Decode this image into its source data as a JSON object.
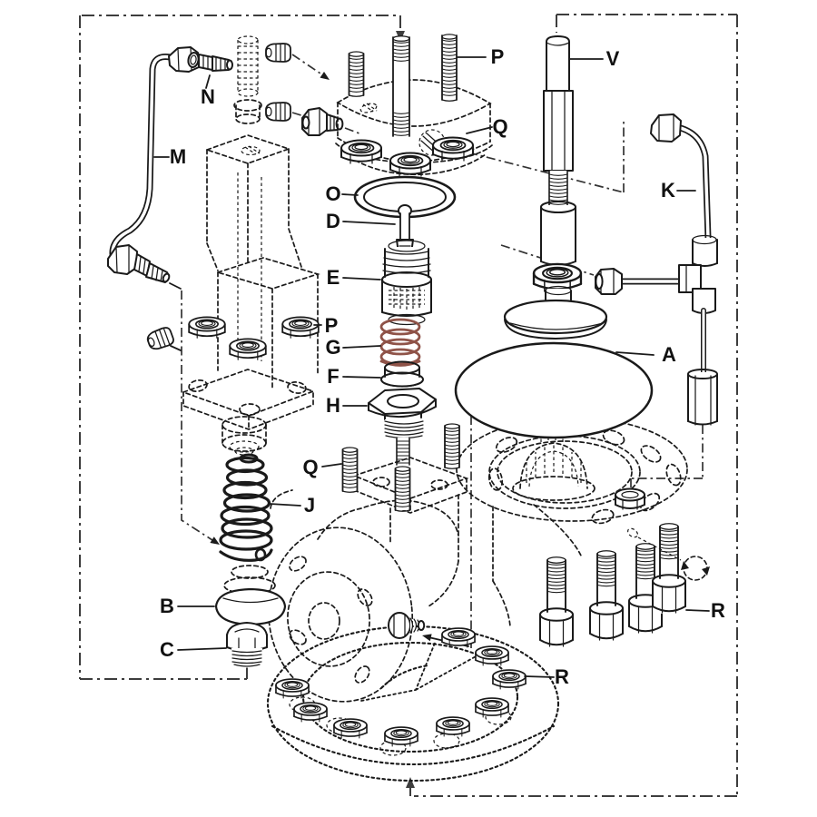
{
  "figure": {
    "type": "exploded-parts-diagram",
    "description": "Exploded view line illustration of a pilot-operated valve assembly with lettered part callouts",
    "colors": {
      "background": "#ffffff",
      "line_ink": "#1a1a1a",
      "frame_dashdot": "#3d3d3d",
      "spring_g": "#8f5348"
    }
  },
  "labels": {
    "n": "N",
    "m": "M",
    "p_top": "P",
    "q_top": "Q",
    "v": "V",
    "k": "K",
    "o": "O",
    "d": "D",
    "e": "E",
    "p_left": "P",
    "g": "G",
    "f": "F",
    "h": "H",
    "a": "A",
    "q_left": "Q",
    "j": "J",
    "b": "B",
    "c": "C",
    "r_right": "R",
    "r_bottom": "R"
  }
}
